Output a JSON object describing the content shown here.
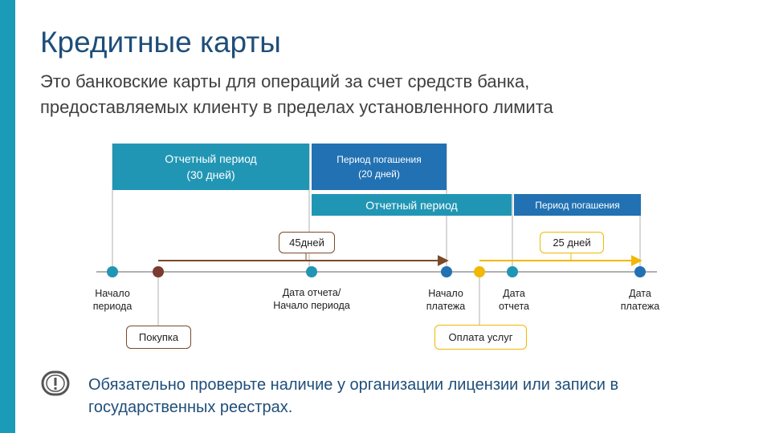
{
  "slide": {
    "title": "Кредитные карты",
    "subtitle": "Это банковские карты для операций за счет средств банка, предоставляемых клиенту в пределах установленного лимита",
    "note": "Обязательно проверьте наличие у организации лицензии или записи в государственных реестрах.",
    "note_icon": "warning-icon"
  },
  "diagram": {
    "boxes": {
      "report_period_1": "Отчетный период\n(30 дней)",
      "repayment_period_1": "Период погашения\n(20 дней)",
      "report_period_2": "Отчетный период",
      "repayment_period_2": "Период погашения"
    },
    "intervals": {
      "days_45": "45дней",
      "days_25": "25 дней"
    },
    "events": {
      "purchase": "Покупка",
      "service_payment": "Оплата услуг"
    },
    "timeline_labels": {
      "period_start": "Начало\nпериода",
      "report_date_period_start": "Дата отчета/\nНачало периода",
      "payment_start": "Начало\nплатежа",
      "report_date": "Дата\nотчета",
      "payment_date": "Дата\nплатежа"
    },
    "colors": {
      "teal": "#2196b4",
      "blue": "#2271b3",
      "brown": "#7b4a2a",
      "yellow": "#f2b800",
      "axis": "#b0b0b0",
      "accent_bar": "#1a9bb8"
    }
  }
}
